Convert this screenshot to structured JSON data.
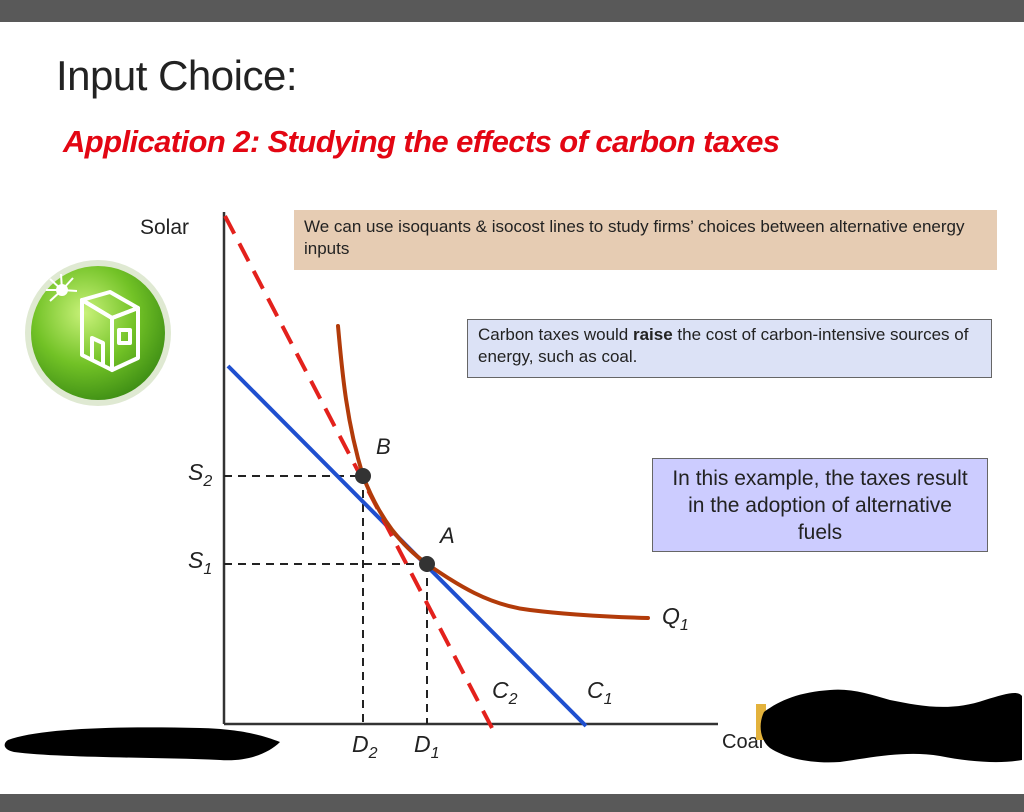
{
  "slide": {
    "title": "Input Choice:",
    "subtitle": "Application 2: Studying the effects of carbon taxes"
  },
  "callouts": {
    "isoquant_note": "We can use isoquants & isocost lines to study firms’ choices between alternative energy inputs",
    "tax_note_before": "Carbon taxes would ",
    "tax_note_bold": "raise",
    "tax_note_after": " the cost of carbon-intensive sources of energy, such as coal.",
    "result_note": "In this example, the taxes result in the adoption of alternative fuels"
  },
  "diagram": {
    "y_axis_label": "Solar",
    "x_axis_label": "Coal",
    "points": {
      "a": "A",
      "b": "B"
    },
    "y_ticks": {
      "s2": {
        "base": "S",
        "sub": "2"
      },
      "s1": {
        "base": "S",
        "sub": "1"
      }
    },
    "x_ticks": {
      "d2": {
        "base": "D",
        "sub": "2"
      },
      "d1": {
        "base": "D",
        "sub": "1"
      }
    },
    "curves": {
      "isoquant": {
        "base": "Q",
        "sub": "1"
      },
      "isocost_new": {
        "base": "C",
        "sub": "2"
      },
      "isocost_old": {
        "base": "C",
        "sub": "1"
      }
    }
  },
  "colors": {
    "title": "#222222",
    "subtitle": "#e30613",
    "isoquant": "#b23b0a",
    "isocost_old": "#1f4fcf",
    "isocost_new": "#e3211c",
    "callout_tan": "#e6ccb3",
    "callout_blue": "#dce2f6",
    "callout_lavender": "#ccccff"
  },
  "icons": {
    "logo": "green-house-sun-icon"
  }
}
